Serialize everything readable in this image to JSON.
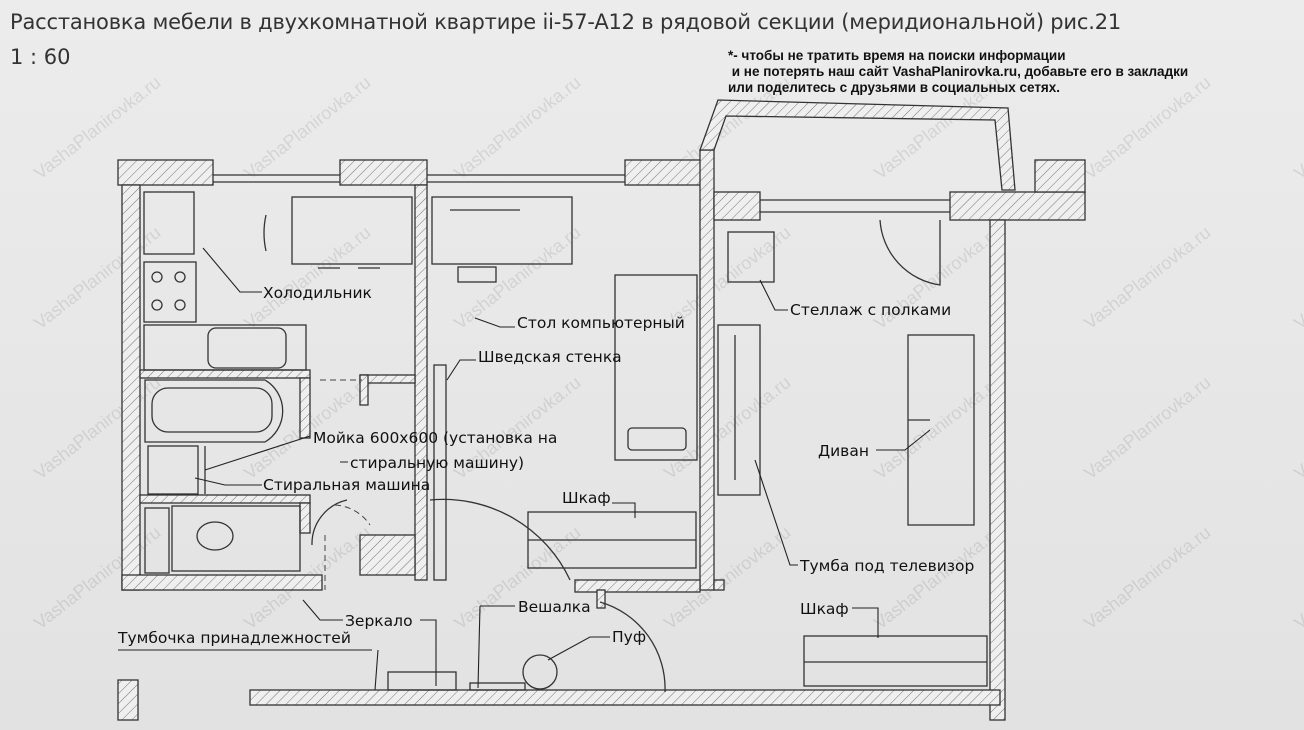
{
  "header": {
    "title": "Расстановка мебели в двухкомнатной квартире ii-57-A12 в рядовой секции (меридиональной) рис.21",
    "scale": "1 : 60"
  },
  "note": {
    "line1": "*- чтобы не тратить время на поиски информации",
    "line2": " и не потерять наш сайт VashaPlanirovka.ru, добавьте его в закладки",
    "line3": "или поделитесь с друзьями в социальных сетях."
  },
  "labels": {
    "fridge": "Холодильник",
    "computer_desk": "Стол компьютерный",
    "wall_bars": "Шведская стенка",
    "sink_1": "Мойка 600х600 (установка на",
    "sink_2": "стиральную машину)",
    "washing_machine": "Стиральная машина",
    "wardrobe_1": "Шкаф",
    "shelving": "Стеллаж с полками",
    "sofa": "Диван",
    "tv_stand": "Тумба под телевизор",
    "wardrobe_2": "Шкаф",
    "mirror": "Зеркало",
    "hanger": "Вешалка",
    "accessories_cabinet": "Тумбочка принадлежностей",
    "pouf": "Пуф"
  },
  "watermark": "VashaPlanirovka.ru"
}
